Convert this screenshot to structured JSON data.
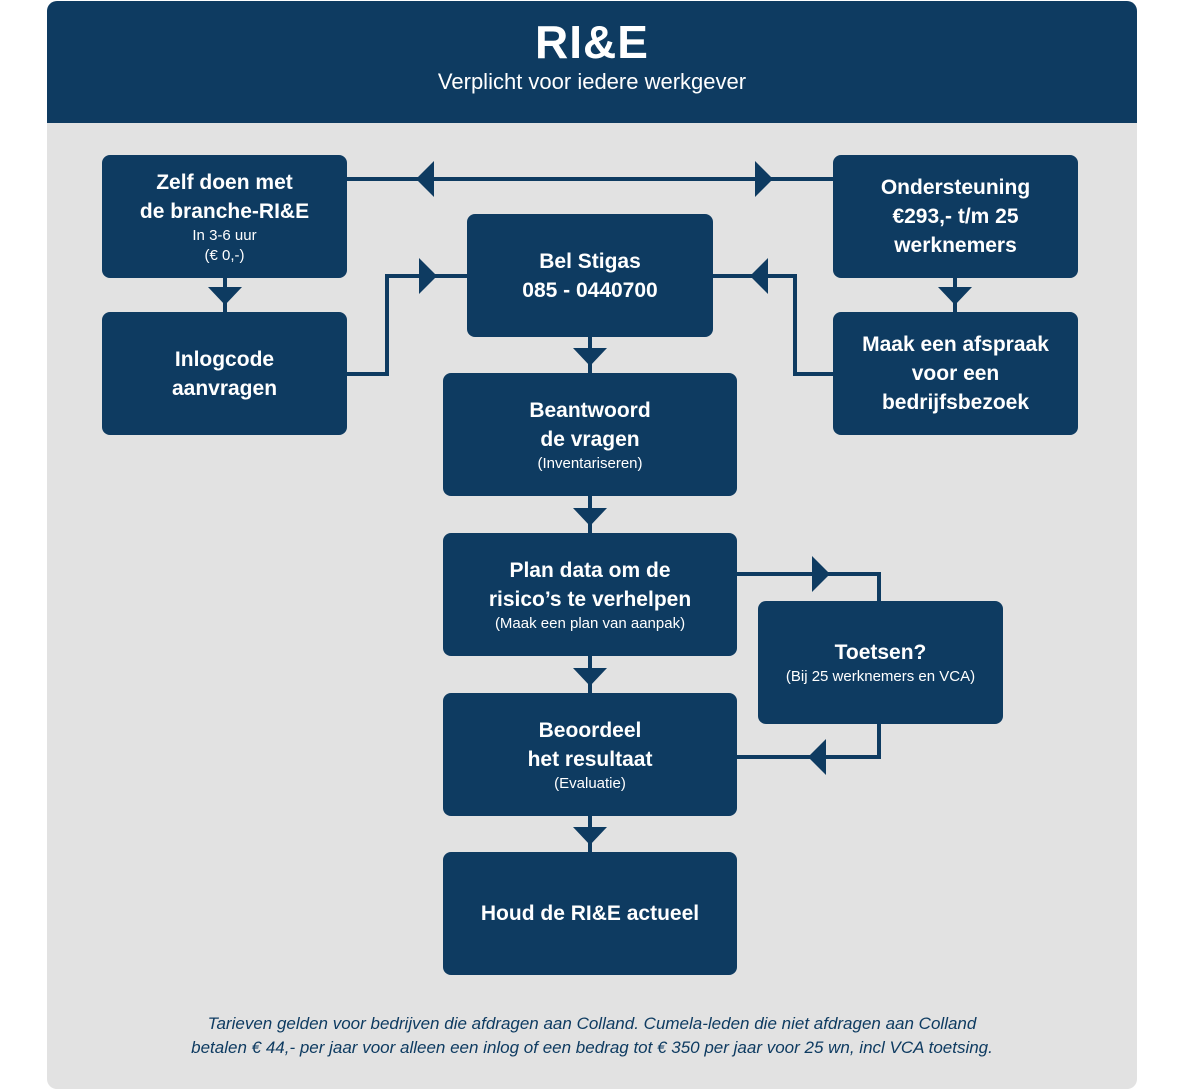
{
  "header": {
    "title": "RI&E",
    "subtitle": "Verplicht voor iedere werkgever"
  },
  "boxes": {
    "zelf_doen": {
      "title": "Zelf doen met\nde branche-RI&E",
      "sub": "In 3-6 uur\n(€ 0,-)"
    },
    "inlogcode": {
      "title": "Inlogcode\naanvragen"
    },
    "bel_stigas": {
      "title": "Bel Stigas\n085 - 0440700"
    },
    "ondersteuning": {
      "title": "Ondersteuning\n€293,- t/m 25\nwerknemers"
    },
    "afspraak": {
      "title": "Maak een afspraak\nvoor een\nbedrijfsbezoek"
    },
    "beantwoord": {
      "title": "Beantwoord\nde vragen",
      "sub": "(Inventariseren)"
    },
    "plan": {
      "title": "Plan data om de\nrisico’s te verhelpen",
      "sub": "(Maak een plan van aanpak)"
    },
    "toetsen": {
      "title": "Toetsen?",
      "sub": "(Bij 25 werknemers en VCA)"
    },
    "beoordeel": {
      "title": "Beoordeel\nhet resultaat",
      "sub": "(Evaluatie)"
    },
    "actueel": {
      "title": "Houd de RI&E actueel"
    }
  },
  "footnote": "Tarieven gelden voor bedrijven die afdragen aan Colland. Cumela-leden die niet afdragen aan Colland\nbetalen € 44,- per jaar voor alleen een inlog of een bedrag tot € 350 per jaar voor 25 wn, incl VCA toetsing.",
  "colors": {
    "navy": "#0e3b61",
    "panel": "#e2e2e2",
    "text_on_navy": "#ffffff"
  }
}
